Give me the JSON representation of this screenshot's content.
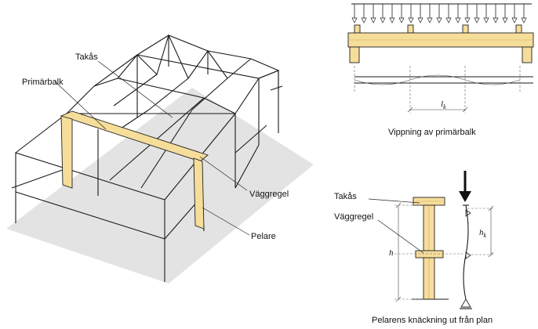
{
  "perspective": {
    "label_takas": "Takås",
    "label_primarbalk": "Primärbalk",
    "label_vaggregel": "Väggregel",
    "label_pelare": "Pelare"
  },
  "lateral_buckling": {
    "length_symbol": "l",
    "length_subscript": "k",
    "caption": "Vippning av primärbalk"
  },
  "column_buckling": {
    "label_takas": "Takås",
    "label_vaggregel": "Väggregel",
    "height_symbol": "h",
    "buckling_height_symbol": "h",
    "buckling_height_subscript": "k",
    "caption": "Pelarens knäckning ut från plan"
  },
  "colors": {
    "timber": "#f6dd9a",
    "ground_shadow": "#e6e6e6",
    "line": "#1a1a1a"
  }
}
